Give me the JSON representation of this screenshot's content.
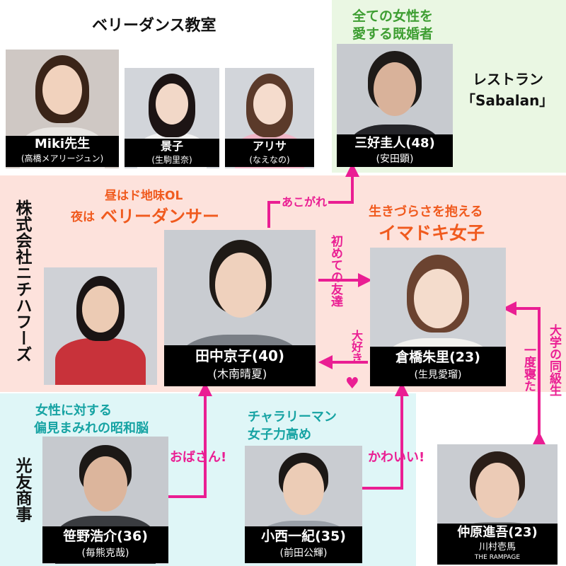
{
  "groups": {
    "belly_dance": "ベリーダンス教室",
    "restaurant_line1": "レストラン",
    "restaurant_line2": "「Sabalan」",
    "company_nichi": "株式会社ニチハフーズ",
    "company_koyu": "光友商事"
  },
  "people": [
    {
      "id": "miki",
      "name": "Miki先生",
      "actor": "(高橋メアリージュン)"
    },
    {
      "id": "keiko",
      "name": "景子",
      "actor": "(生駒里奈)"
    },
    {
      "id": "arisa",
      "name": "アリサ",
      "actor": "(なえなの)"
    },
    {
      "id": "miyoshi",
      "name": "三好圭人(48)",
      "actor": "(安田顕)"
    },
    {
      "id": "tanaka",
      "name": "田中京子(40)",
      "actor": "(木南晴夏)"
    },
    {
      "id": "kurahashi",
      "name": "倉橋朱里(23)",
      "actor": "(生見愛瑠)"
    },
    {
      "id": "sasano",
      "name": "笹野浩介(36)",
      "actor": "(毎熊克哉)"
    },
    {
      "id": "konishi",
      "name": "小西一紀(35)",
      "actor": "(前田公輝)"
    },
    {
      "id": "nakahara",
      "name": "仲原進吾(23)",
      "actor": "川村壱馬",
      "actor_sub": "THE RAMPAGE"
    }
  ],
  "descriptions": {
    "miyoshi_line1": "全ての女性を",
    "miyoshi_line2": "愛する既婚者",
    "tanaka_line1": "昼はド地味OL",
    "tanaka_line2a": "夜は",
    "tanaka_line2b": "ベリーダンサー",
    "kurahashi_line1": "生きづらさを抱える",
    "kurahashi_line2": "イマドキ女子",
    "sasano_line1": "女性に対する",
    "sasano_line2": "偏見まみれの昭和脳",
    "konishi_line1": "チャラリーマン",
    "konishi_line2": "女子力高め"
  },
  "relations": {
    "akogare": "あこがれ",
    "hajimete": "初めての友達",
    "daisuki": "大好き",
    "heart": "♥",
    "daigaku": "大学の同級生",
    "ichido": "一度寝た",
    "obasan": "おばさん!",
    "kawaii": "かわいい!"
  },
  "colors": {
    "green_bg": "#eaf7e3",
    "pink_bg": "#fde2dc",
    "cyan_bg": "#dff6f7",
    "orange_red": "#f05a1e",
    "magenta": "#ea1e93",
    "teal": "#16a3a3",
    "green_text": "#3e9e32"
  }
}
